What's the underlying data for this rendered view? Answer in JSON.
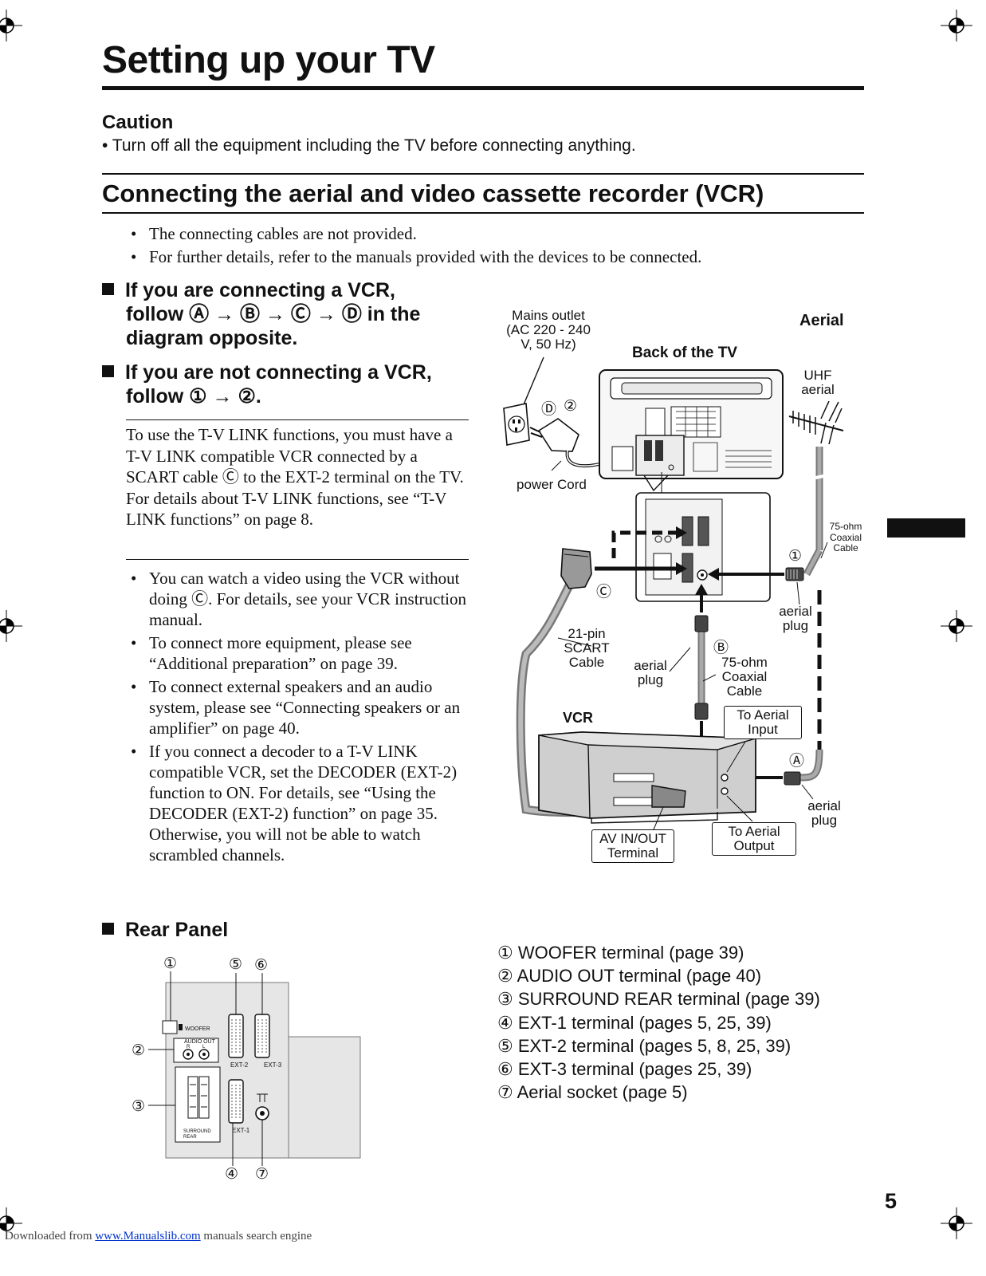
{
  "page": {
    "title": "Setting up your TV",
    "page_number": "5"
  },
  "caution": {
    "heading": "Caution",
    "text": "•  Turn off all the equipment including the TV before connecting anything."
  },
  "section": {
    "heading": "Connecting the aerial and video cassette recorder (VCR)",
    "notes": [
      "The connecting cables are not provided.",
      "For further details, refer to the manuals provided with the devices to be connected."
    ]
  },
  "vcr_instructions": {
    "with_vcr_line1": "If you are connecting a VCR,",
    "with_vcr_line2": "follow Ⓐ → Ⓑ → Ⓒ → Ⓓ in the",
    "with_vcr_line3": "diagram opposite.",
    "without_vcr_line1": "If you are not connecting a VCR,",
    "without_vcr_line2": "follow ① → ②."
  },
  "tv_link_note": "To use the T-V LINK functions, you must have a T-V LINK compatible VCR connected by a SCART cable Ⓒ to the EXT-2 terminal on the TV. For details about T-V LINK functions, see “T-V LINK functions” on page 8.",
  "tips": [
    "You can watch a video using the VCR without doing Ⓒ. For details, see your VCR instruction manual.",
    "To connect more equipment, please see “Additional preparation” on page 39.",
    "To connect external speakers and an audio system, please see “Connecting speakers or an amplifier” on page 40.",
    "If you connect a decoder to a T-V LINK compatible VCR, set the DECODER (EXT-2) function to ON. For details, see “Using the DECODER (EXT-2) function” on page 35.",
    "Otherwise, you will not be able to watch scrambled channels."
  ],
  "diagram": {
    "mains_outlet_1": "Mains outlet",
    "mains_outlet_2": "(AC 220 - 240",
    "mains_outlet_3": "V, 50 Hz)",
    "back_of_tv": "Back of the TV",
    "aerial": "Aerial",
    "uhf_1": "UHF",
    "uhf_2": "aerial",
    "power_cord": "power Cord",
    "coax_small_1": "75-ohm",
    "coax_small_2": "Coaxial",
    "coax_small_3": "Cable",
    "aerial_plug_1": "aerial",
    "aerial_plug_2": "plug",
    "scart_1": "21-pin",
    "scart_2": "SCART",
    "scart_3": "Cable",
    "coax_1": "75-ohm",
    "coax_2": "Coaxial",
    "coax_3": "Cable",
    "vcr": "VCR",
    "to_aerial_input_1": "To Aerial",
    "to_aerial_input_2": "Input",
    "to_aerial_output_1": "To Aerial",
    "to_aerial_output_2": "Output",
    "av_inout_1": "AV IN/OUT",
    "av_inout_2": "Terminal",
    "mark_a": "Ⓐ",
    "mark_b": "Ⓑ",
    "mark_c": "Ⓒ",
    "mark_d": "Ⓓ",
    "mark_1": "①",
    "mark_2": "②"
  },
  "rear_panel": {
    "heading": "Rear Panel",
    "terminals": [
      "① WOOFER terminal (page 39)",
      "② AUDIO OUT terminal (page 40)",
      "③ SURROUND REAR terminal (page 39)",
      "④ EXT-1 terminal (pages 5, 25, 39)",
      "⑤ EXT-2 terminal (pages 5, 8, 25, 39)",
      "⑥ EXT-3 terminal (pages 25, 39)",
      "⑦ Aerial socket (page 5)"
    ],
    "panel_labels": {
      "woofer": "WOOFER",
      "audio_out": "AUDIO  OUT",
      "r": "R",
      "l": "L",
      "ext2": "EXT-2",
      "ext3": "EXT-3",
      "ext1": "EXT-1",
      "surround": "SURROUND",
      "rear": "REAR"
    },
    "callouts": [
      "①",
      "②",
      "③",
      "④",
      "⑤",
      "⑥",
      "⑦"
    ]
  },
  "footer": {
    "prefix": "Downloaded from ",
    "link": "www.Manualslib.com",
    "suffix": "  manuals search engine"
  }
}
